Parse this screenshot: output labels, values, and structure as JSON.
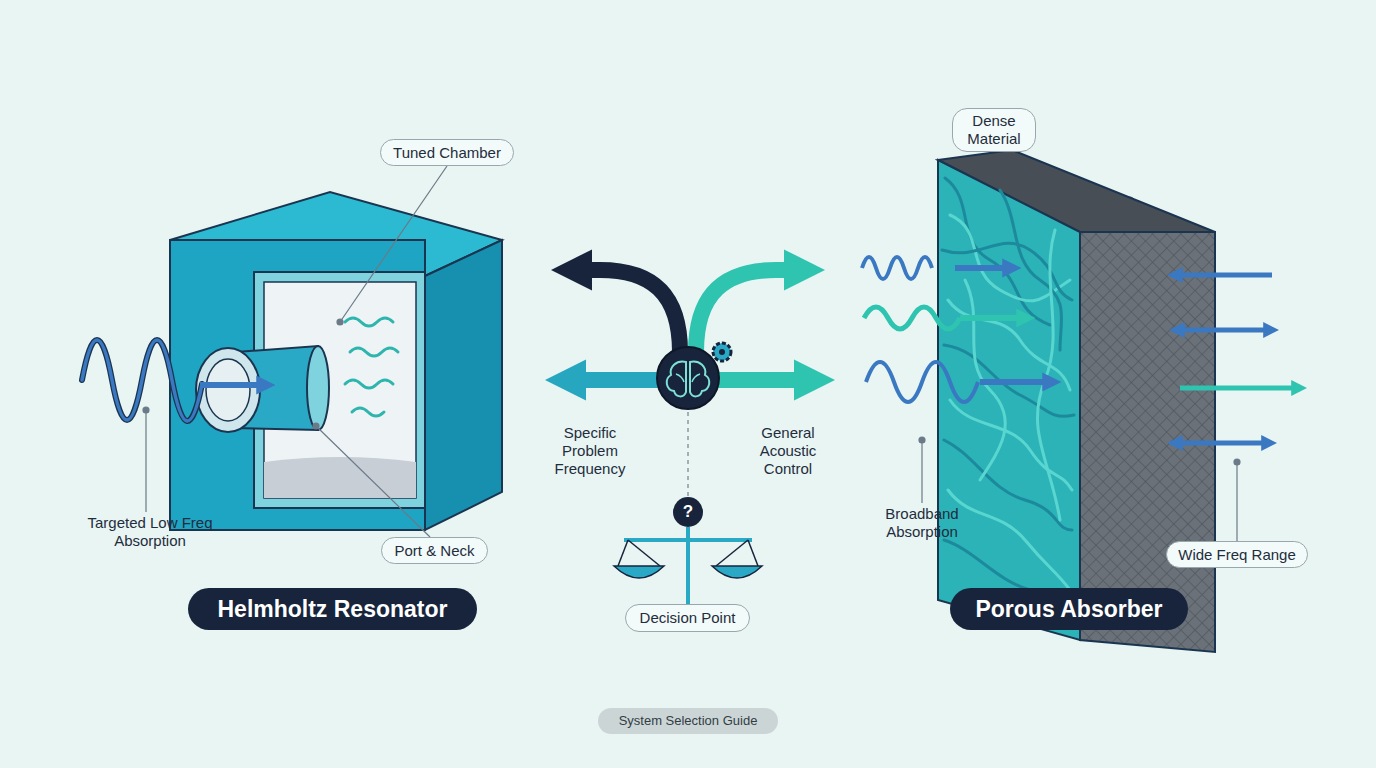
{
  "diagram": {
    "caption": "System Selection Guide",
    "nodes": [
      {
        "text": [
          "Tuned Chamber"
        ]
      },
      {
        "text": [
          "Port & Neck"
        ]
      },
      {
        "text": [
          "Helmholtz Resonator"
        ]
      },
      {
        "text": [
          "Decision Point"
        ]
      },
      {
        "text": [
          "Dense Material"
        ]
      },
      {
        "text": [
          "Wide Freq Range"
        ]
      },
      {
        "text": [
          "Porous Absorber"
        ]
      }
    ],
    "labels": [
      "Targeted Low Freq Absorption",
      "Specific Problem Frequency",
      "General Acoustic Control",
      "?",
      "Broadband Absorption"
    ]
  }
}
